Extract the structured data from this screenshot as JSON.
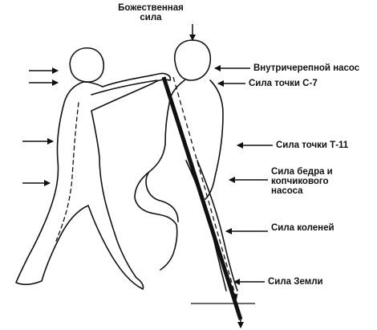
{
  "labels": {
    "divine_force": [
      "Божественная",
      "сила"
    ],
    "cranial_pump": "Внутричерепной насос",
    "c7_force": "Сила точки С-7",
    "t11_force": "Сила точки Т-11",
    "thigh_coccyx": [
      "Сила бедра и",
      "копчикового",
      "насоса"
    ],
    "knees_force": "Сила коленей",
    "earth_force": "Сила Земли"
  },
  "colors": {
    "ink": "#111111",
    "background": "#ffffff"
  }
}
